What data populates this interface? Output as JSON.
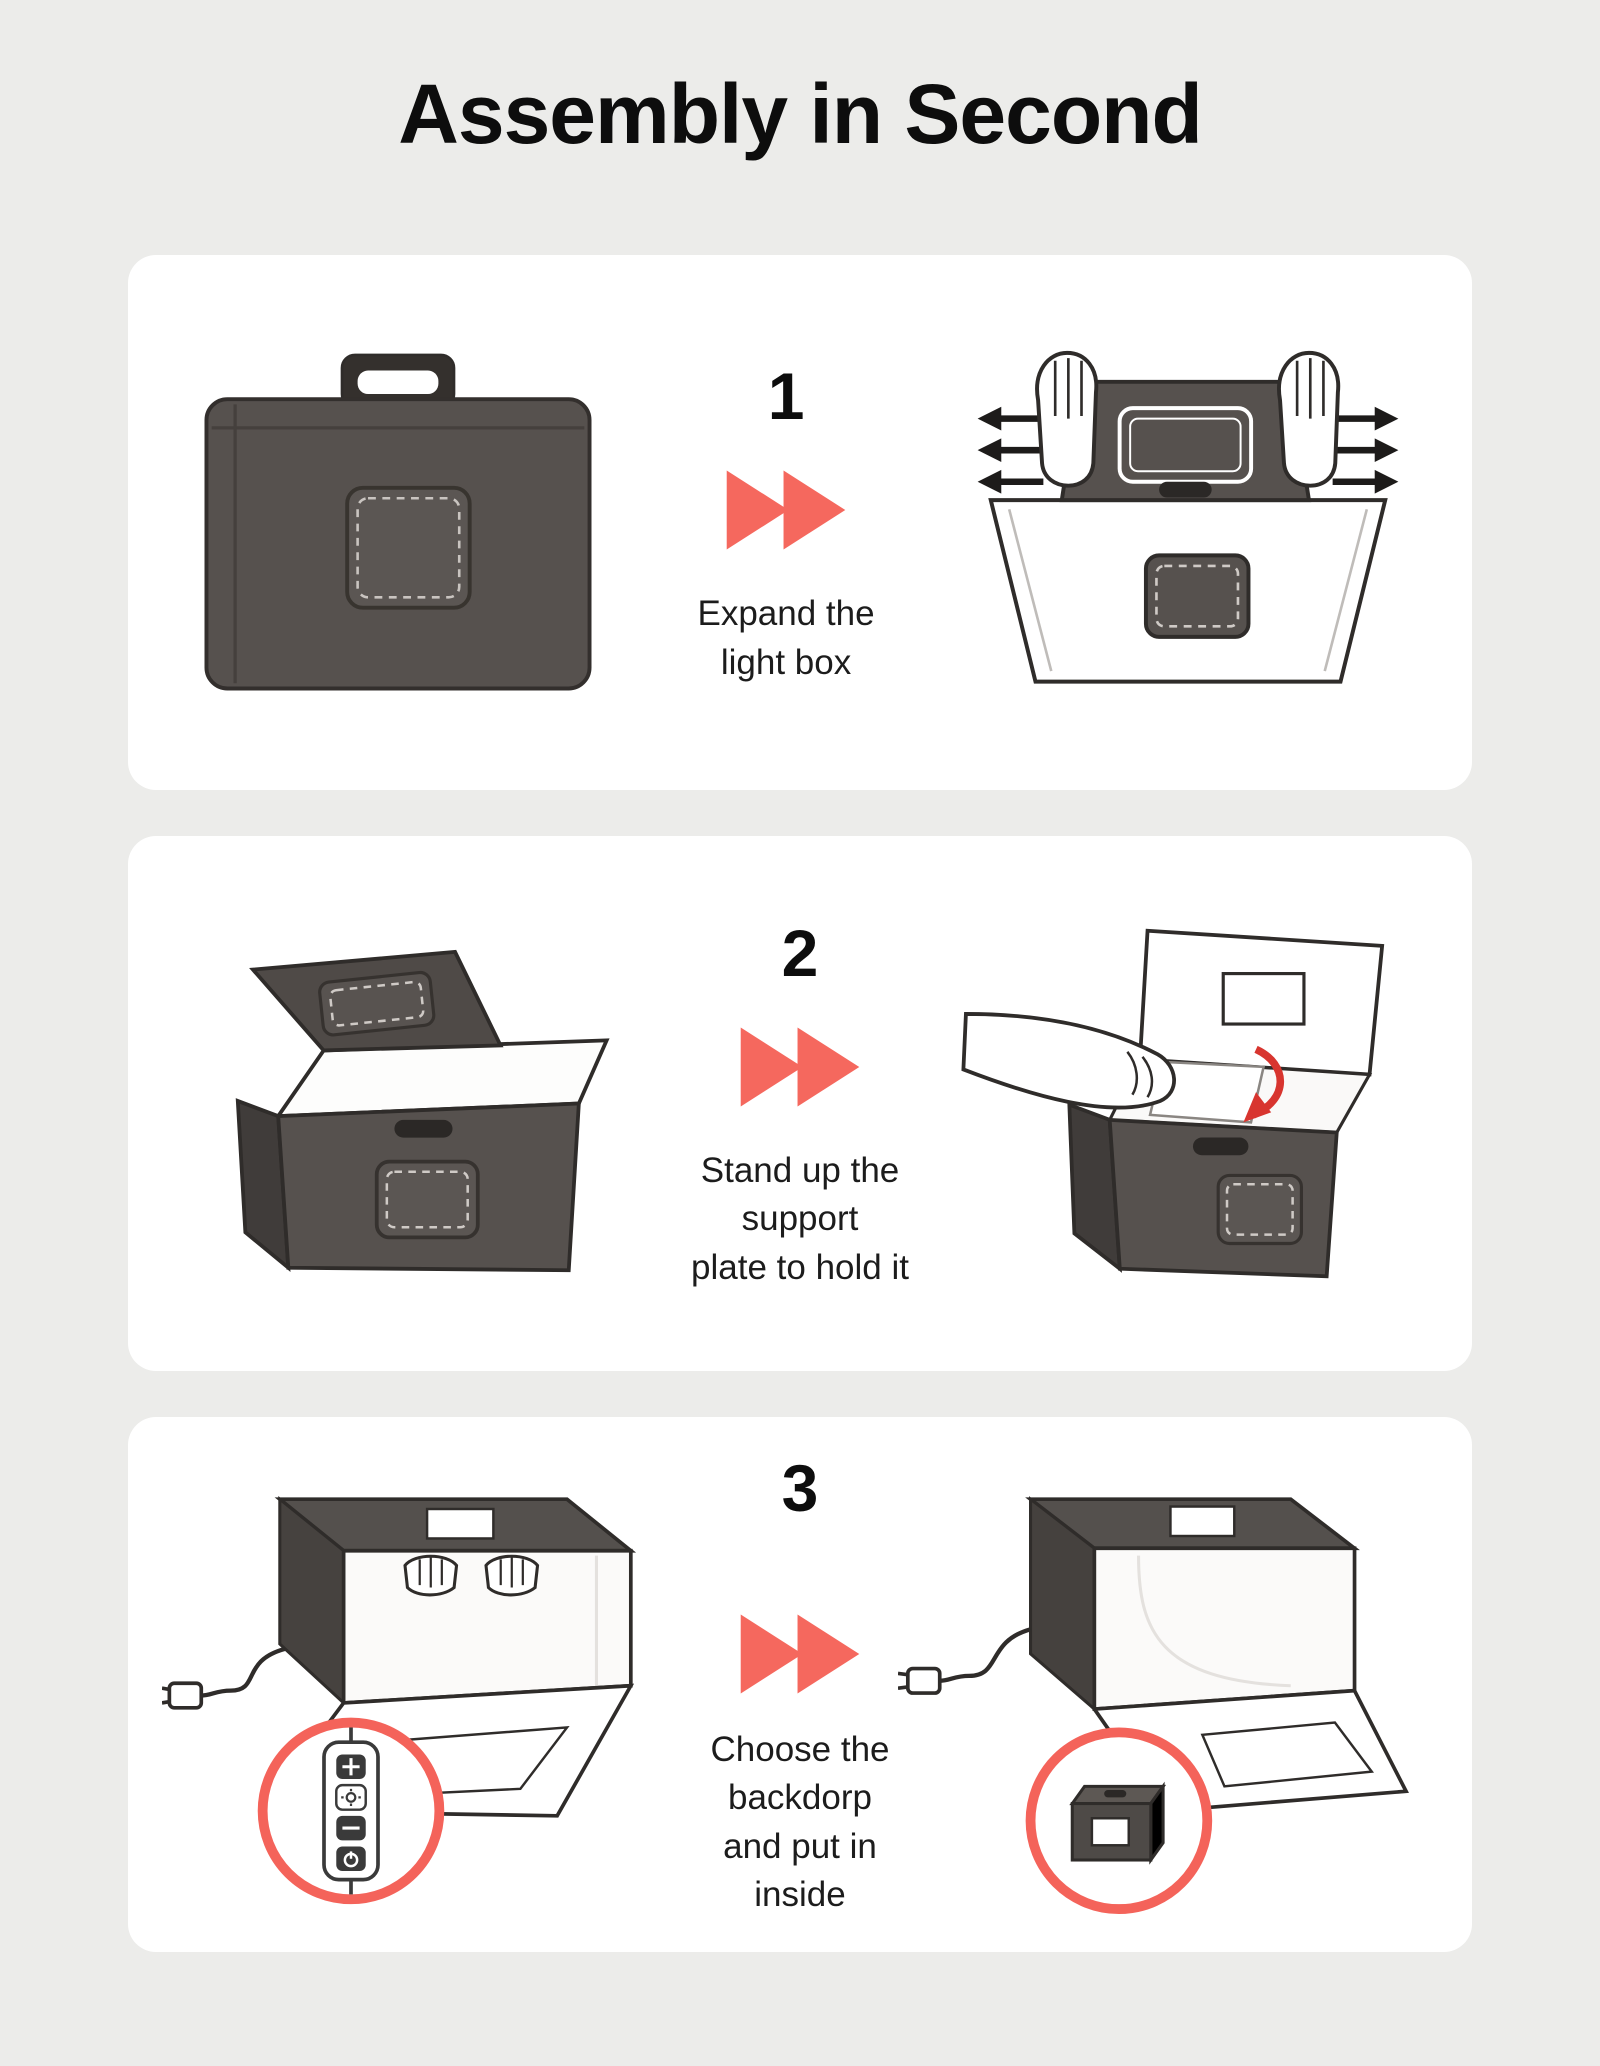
{
  "title": "Assembly in Second",
  "steps": [
    {
      "number": "1",
      "caption_lines": [
        "Expand the",
        "light box"
      ]
    },
    {
      "number": "2",
      "caption_lines": [
        "Stand up the support",
        "plate to hold it"
      ]
    },
    {
      "number": "3",
      "caption_lines": [
        "Choose the backdorp",
        "and put in inside"
      ]
    }
  ],
  "colors": {
    "background": "#ECECEA",
    "panel": "#FFFFFF",
    "accent_red": "#F5685E",
    "inset_ring_red": "#F4635A",
    "curved_arrow_red": "#D8352F",
    "box_dark": "#56514E",
    "outline": "#2F2C2A"
  },
  "icons": {
    "fast_forward": "double-right-triangles",
    "pull_arrows": "three-outward-arrows",
    "plug": "power-plug",
    "curved_arrow": "red-rotate-arrow",
    "remote_buttons": [
      "plus",
      "lamp",
      "minus",
      "power"
    ]
  }
}
